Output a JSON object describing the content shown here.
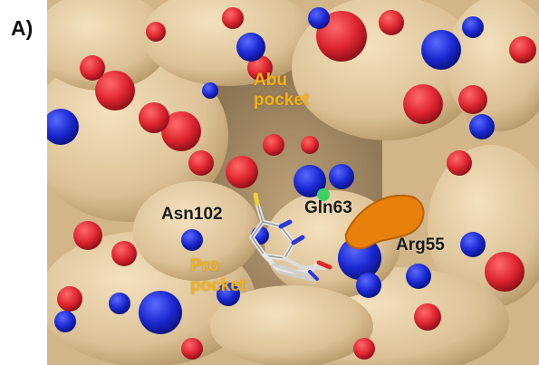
{
  "figure": {
    "panel_label": "A)",
    "labels": {
      "abu_pocket_line1": "Abu",
      "abu_pocket_line2": "pocket",
      "pro_pocket_line1": "Pro",
      "pro_pocket_line2": "pocket",
      "asn102": "Asn102",
      "gln63": "Gln63",
      "arg55": "Arg55"
    },
    "colors": {
      "carbon_surface": "#e3c99b",
      "oxygen": "#e0282e",
      "nitrogen": "#1f2fd6",
      "highlight_arg55": "#e8800c",
      "pocket_label": "#f2b316",
      "ligand": "#dcdcdc"
    }
  }
}
